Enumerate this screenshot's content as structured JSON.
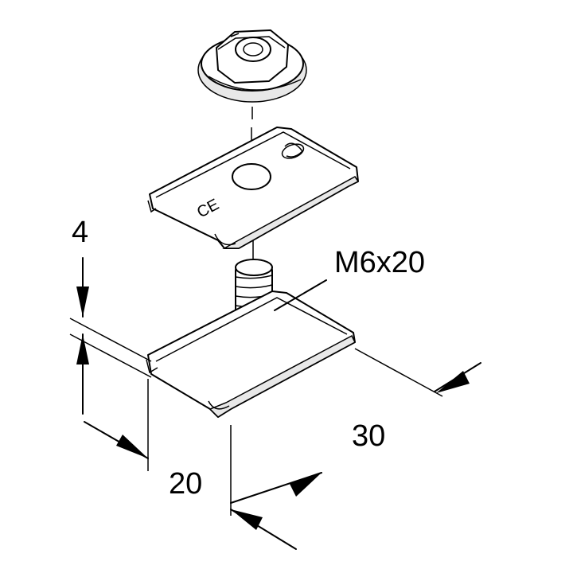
{
  "labels": {
    "thickness": "4",
    "bolt": "M6x20",
    "length": "30",
    "width": "20"
  },
  "marks": {
    "nut_plate": "CE"
  }
}
